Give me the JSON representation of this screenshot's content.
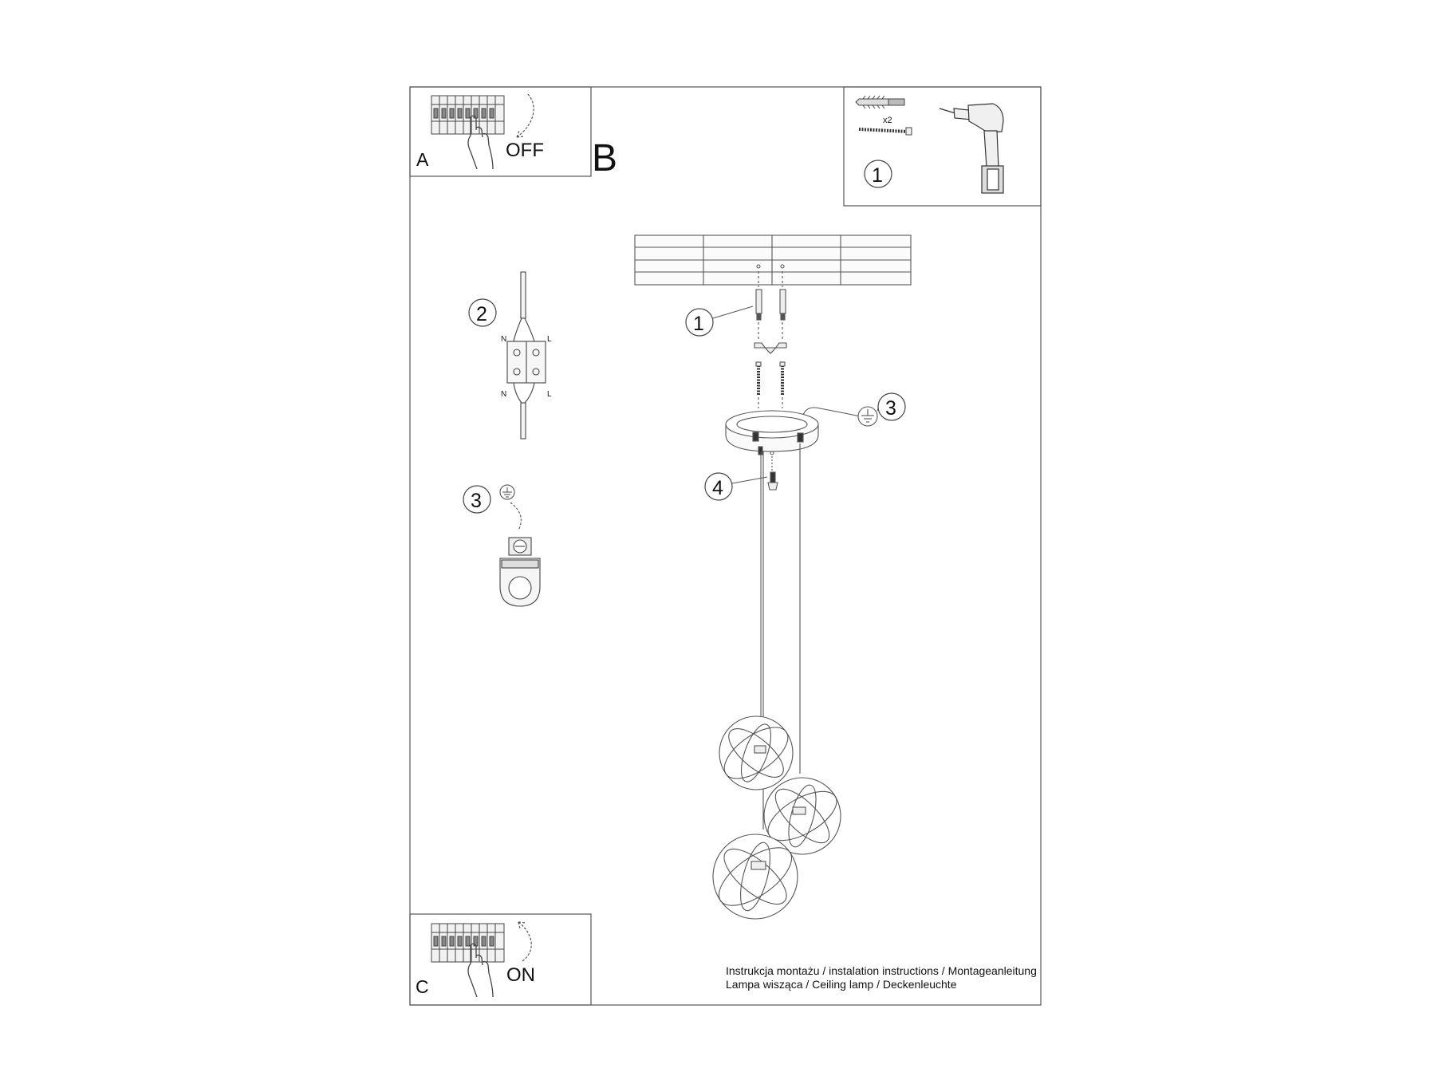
{
  "panel_a": {
    "letter": "A",
    "action": "OFF"
  },
  "panel_b": {
    "letter": "B"
  },
  "panel_c": {
    "letter": "C",
    "action": "ON"
  },
  "tools_panel": {
    "quantity": "x2",
    "callout": "1"
  },
  "wiring": {
    "callout": "2",
    "terminal_left_top": "N",
    "terminal_right_top": "L",
    "terminal_left_bottom": "N",
    "terminal_right_bottom": "L"
  },
  "ground_detail": {
    "callout": "3"
  },
  "main": {
    "callout_1": "1",
    "callout_3": "3",
    "callout_4": "4"
  },
  "footer": {
    "line1": "Instrukcja montażu / instalation instructions / Montageanleitung",
    "line2": "Lampa wisząca / Ceiling lamp / Deckenleuchte"
  }
}
